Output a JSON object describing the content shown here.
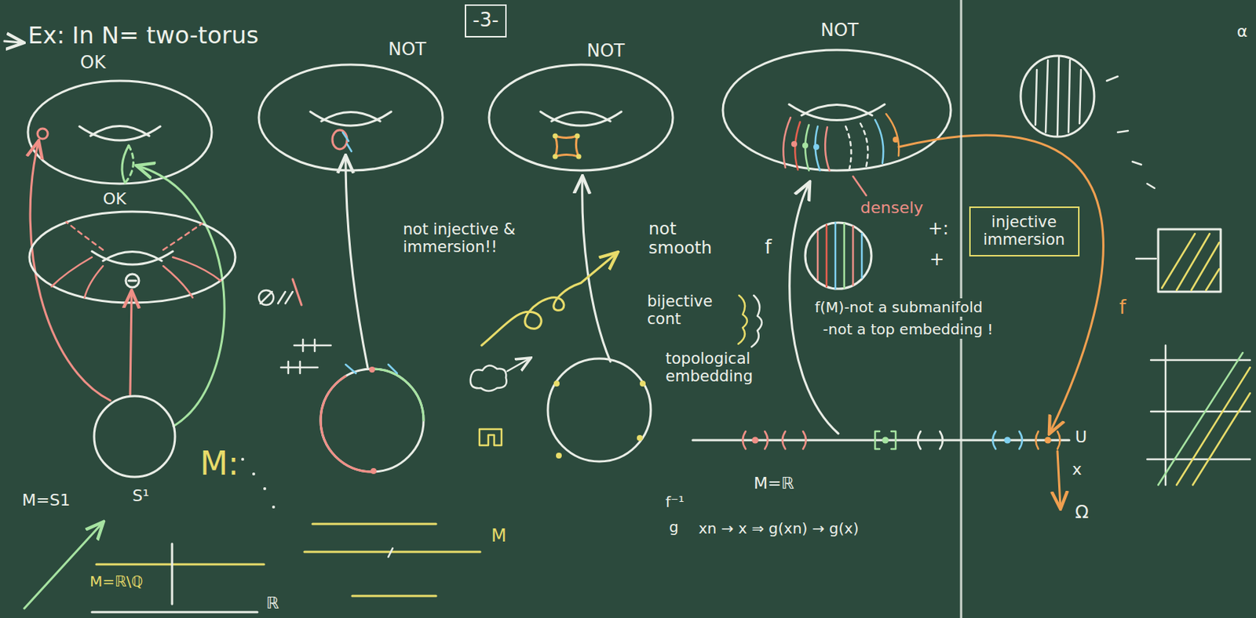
{
  "diagram": {
    "title": "Ex: In N= two-torus",
    "nodes": [
      {
        "text": [
          "-3-"
        ]
      },
      {
        "text": [
          "injective immersion"
        ]
      }
    ],
    "labels": [
      "OK",
      "NOT",
      "NOT",
      "NOT",
      "OK",
      "not injective & immersion!!",
      "not smooth",
      "bijective cont",
      "topological embedding",
      "densely",
      "f",
      "+:",
      "+",
      "f(M)-not a submanifold",
      "-not a top embedding !",
      "f",
      "M=S1",
      "S¹",
      "M:",
      "M=ℝ\\ℚ",
      "ℝ",
      "M",
      "M=ℝ",
      "f⁻¹",
      "g",
      "xn → x ⇒ g(xn) → g(x)",
      "U",
      "x",
      "Ω",
      "α"
    ]
  }
}
